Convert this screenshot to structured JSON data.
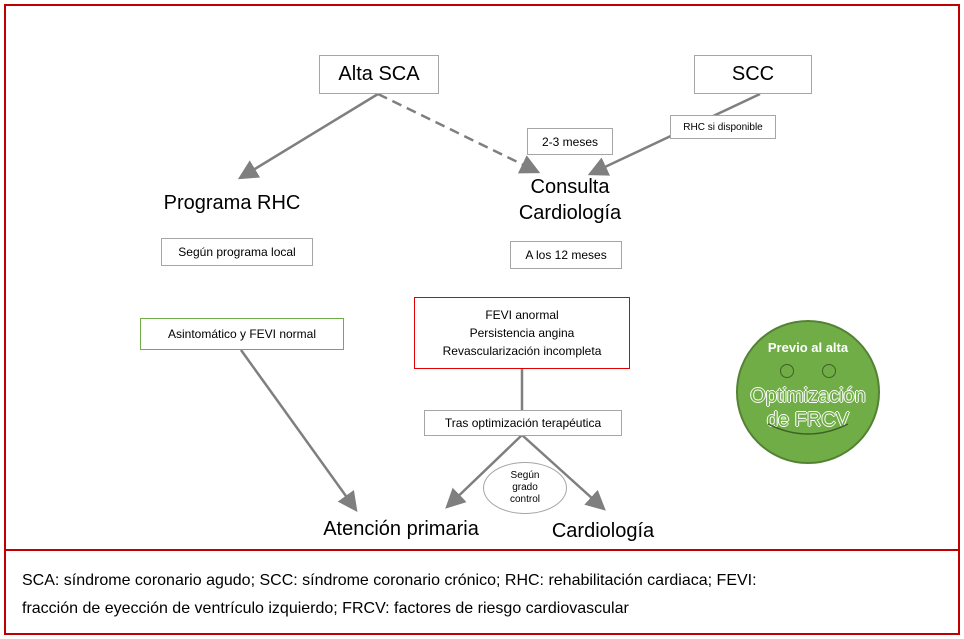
{
  "nodes": {
    "alta_sca": "Alta SCA",
    "scc": "SCC",
    "rhc_si_disponible": "RHC si disponible",
    "meses_2_3": "2-3 meses",
    "consulta_line1": "Consulta",
    "consulta_line2": "Cardiología",
    "programa_rhc": "Programa RHC",
    "segun_programa": "Según programa local",
    "a_los_12": "A los 12 meses",
    "asintomatico": "Asintomático y FEVI normal",
    "fevi_anormal": "FEVI anormal",
    "persistencia": "Persistencia angina",
    "revascularizacion": "Revascularización incompleta",
    "tras_optimizacion": "Tras optimización terapéutica",
    "segun": "Según",
    "grado": "grado",
    "control": "control",
    "atencion_primaria": "Atención primaria",
    "cardiologia": "Cardiología"
  },
  "smiley": {
    "top": "Previo al alta",
    "line1": "Optimización",
    "line2": "de FRCV",
    "color": "#70ad47"
  },
  "footnote": {
    "line1": "SCA: síndrome coronario agudo; SCC: síndrome coronario crónico; RHC: rehabilitación cardiaca; FEVI:",
    "line2": "fracción de eyección de ventrículo izquierdo; FRCV: factores de riesgo cardiovascular"
  },
  "colors": {
    "frame": "#c00000",
    "arrow": "#7f7f7f",
    "green": "#70ad47",
    "red": "#e00000"
  }
}
